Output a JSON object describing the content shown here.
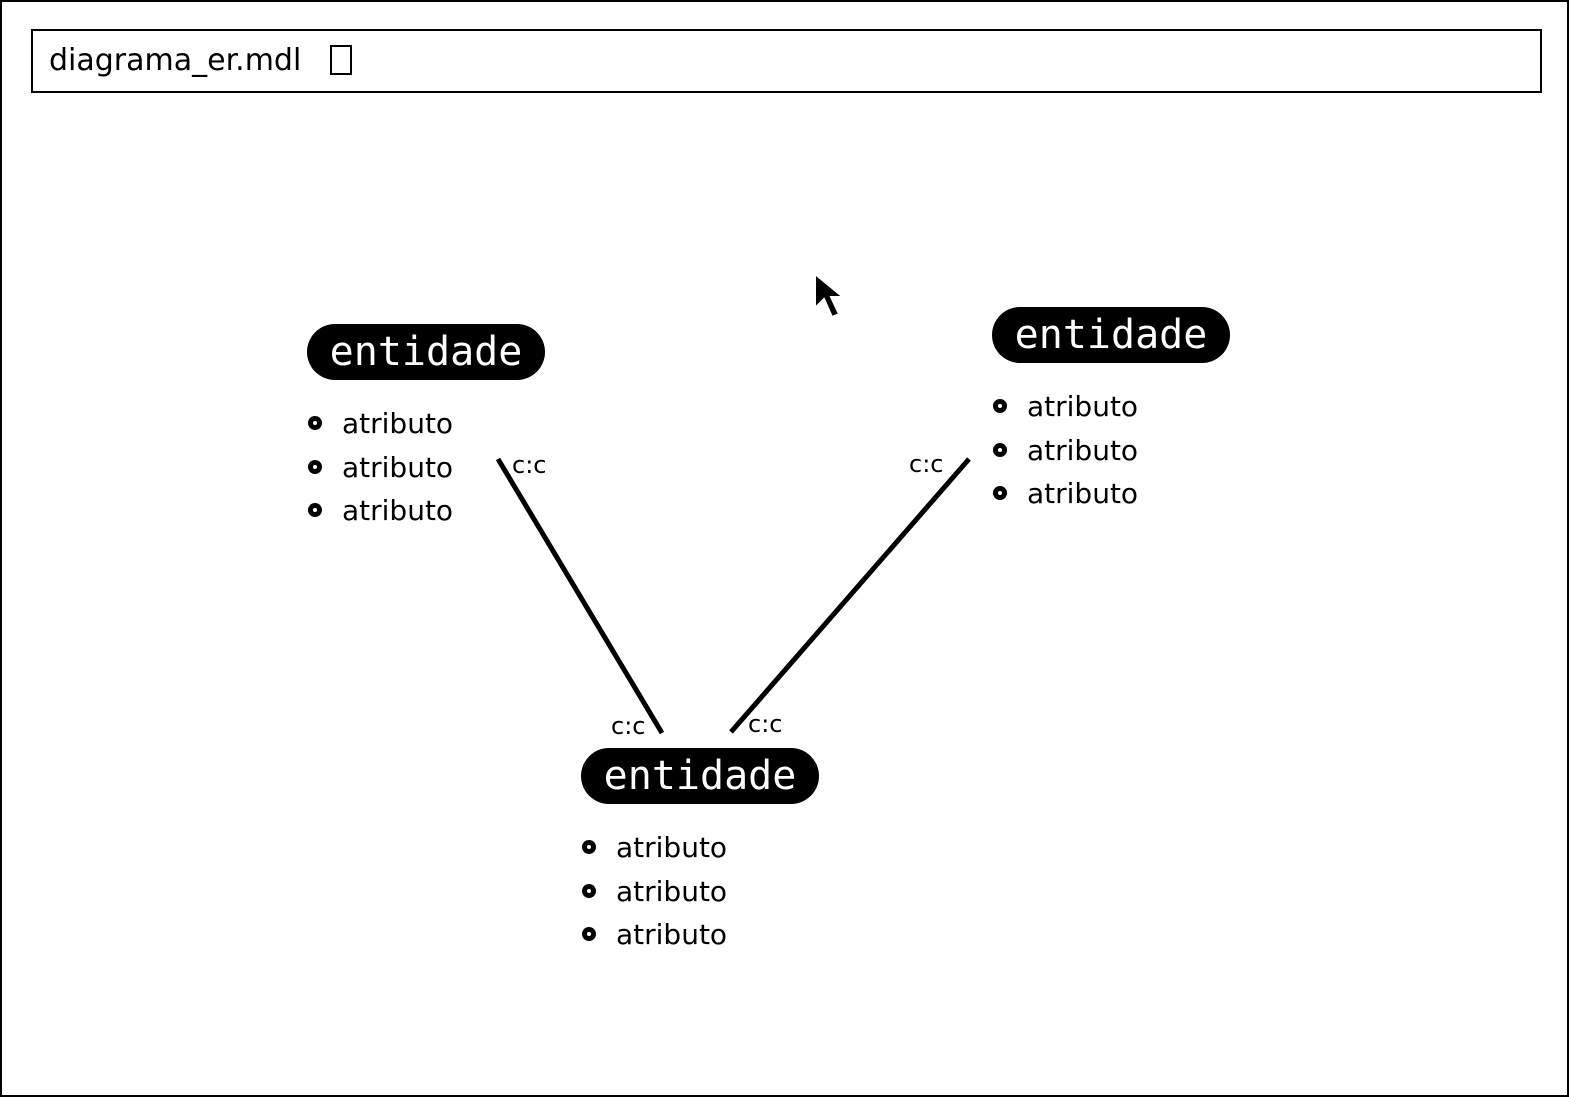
{
  "window": {
    "title": "diagrama_er.mdl"
  },
  "entities": [
    {
      "name": "entidade",
      "attributes": [
        "atributo",
        "atributo",
        "atributo"
      ]
    },
    {
      "name": "entidade",
      "attributes": [
        "atributo",
        "atributo",
        "atributo"
      ]
    },
    {
      "name": "entidade",
      "attributes": [
        "atributo",
        "atributo",
        "atributo"
      ]
    }
  ],
  "relationships": [
    {
      "from_cardinality": "c:c",
      "to_cardinality": "c:c"
    },
    {
      "from_cardinality": "c:c",
      "to_cardinality": "c:c"
    }
  ],
  "icons": {
    "cursor": "mouse-pointer-icon",
    "title_box": "cursor-box-icon"
  }
}
